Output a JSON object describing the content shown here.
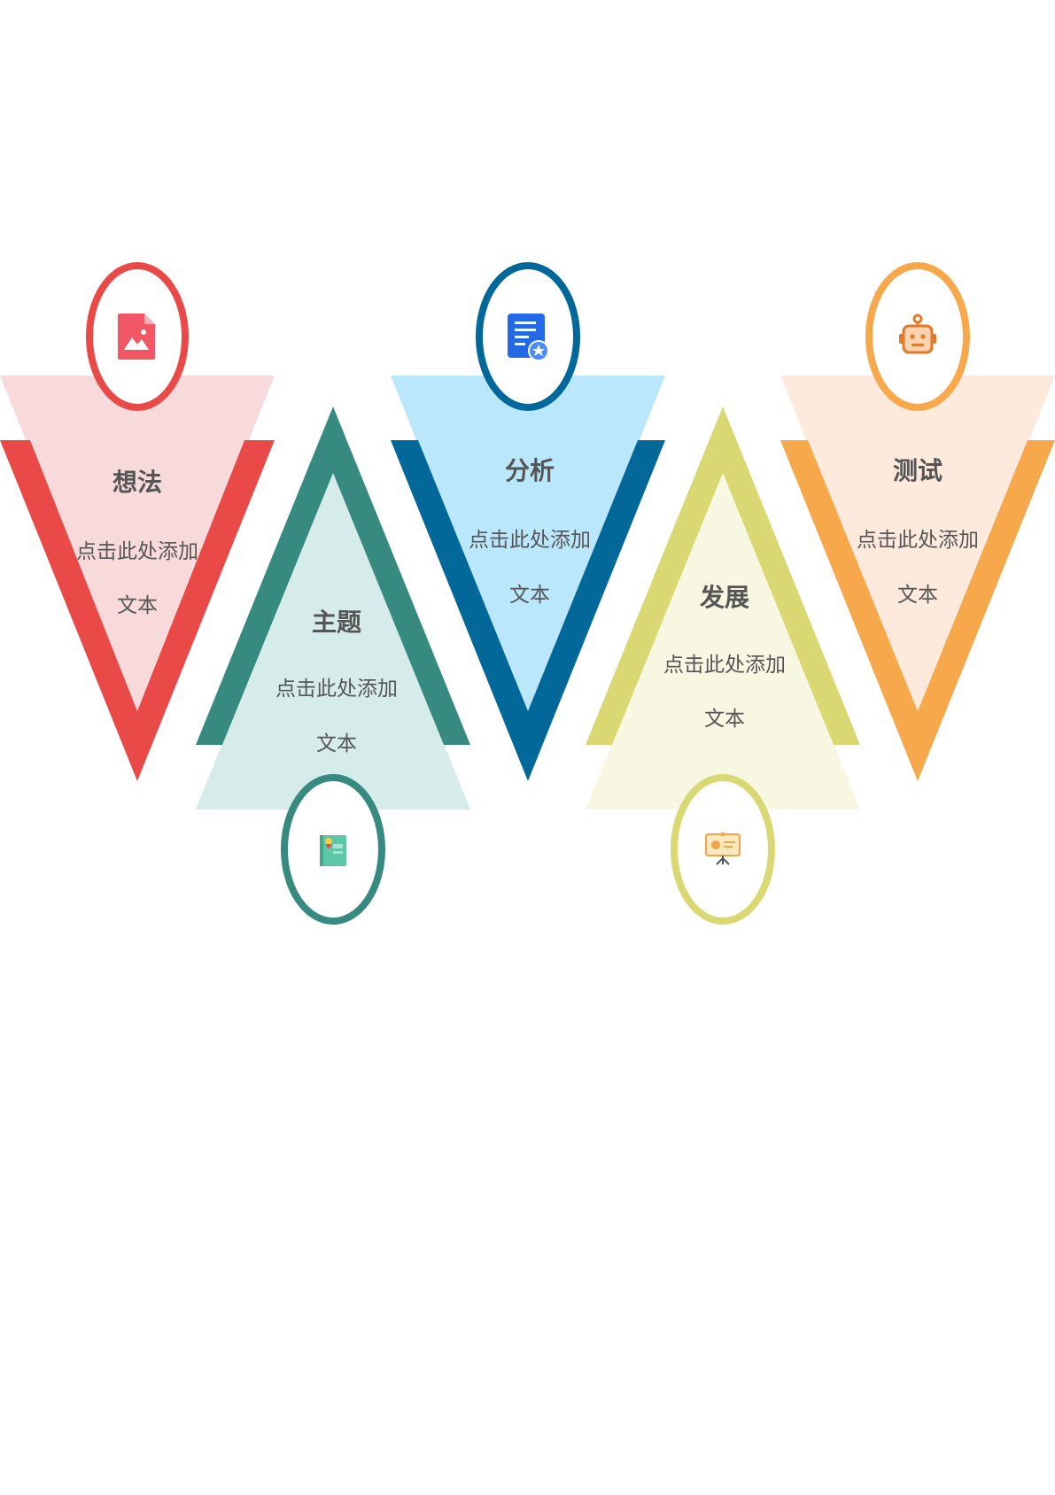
{
  "steps": [
    {
      "title": "想法",
      "body_line1": "点击此处添加",
      "body_line2": "文本",
      "icon": "image-file-icon",
      "accent": "#E94A47",
      "fill": "#F9DADA",
      "orientation": "down"
    },
    {
      "title": "主题",
      "body_line1": "点击此处添加",
      "body_line2": "文本",
      "icon": "certificate-book-icon",
      "accent": "#378A80",
      "fill": "#D5ECEA",
      "orientation": "up"
    },
    {
      "title": "分析",
      "body_line1": "点击此处添加",
      "body_line2": "文本",
      "icon": "document-star-icon",
      "accent": "#016899",
      "fill": "#BBE7FC",
      "orientation": "down"
    },
    {
      "title": "发展",
      "body_line1": "点击此处添加",
      "body_line2": "文本",
      "icon": "presentation-board-icon",
      "accent": "#D9D873",
      "fill": "#F8F7E2",
      "orientation": "up"
    },
    {
      "title": "测试",
      "body_line1": "点击此处添加",
      "body_line2": "文本",
      "icon": "robot-icon",
      "accent": "#F7A84B",
      "fill": "#FDEADD",
      "orientation": "down"
    }
  ]
}
